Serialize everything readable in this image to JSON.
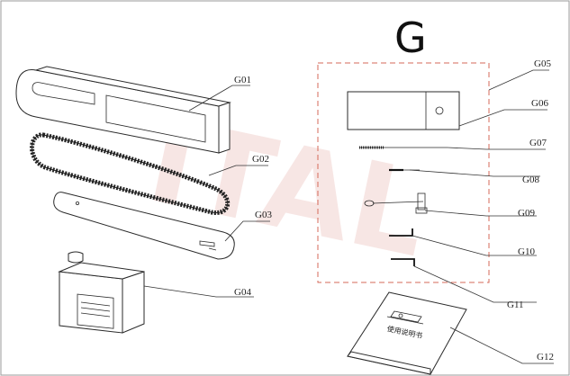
{
  "title": "G",
  "watermark": "ITAL",
  "labels": {
    "g01": "G01",
    "g02": "G02",
    "g03": "G03",
    "g04": "G04",
    "g05": "G05",
    "g06": "G06",
    "g07": "G07",
    "g08": "G08",
    "g09": "G09",
    "g10": "G10",
    "g11": "G11",
    "g12": "G12"
  },
  "manual_cover_text": "使用说明书",
  "colors": {
    "outline": "#2a2a2a",
    "dashed_box": "#d46a5a",
    "watermark": "#c0392b"
  }
}
